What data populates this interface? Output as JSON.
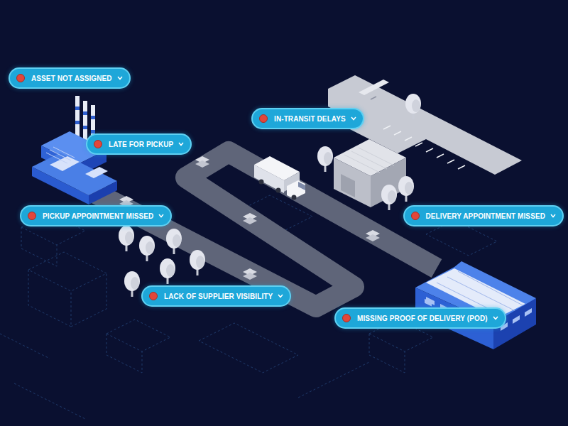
{
  "diagram": {
    "nodes": [
      {
        "text": [
          "ASSET NOT ASSIGNED"
        ]
      },
      {
        "text": [
          "IN-TRANSIT DELAYS"
        ]
      },
      {
        "text": [
          "LATE FOR PICKUP"
        ]
      },
      {
        "text": [
          "PICKUP APPOINTMENT MISSED"
        ]
      },
      {
        "text": [
          "DELIVERY APPOINTMENT MISSED"
        ]
      },
      {
        "text": [
          "LACK OF SUPPLIER VISIBILITY"
        ]
      },
      {
        "text": [
          "MISSING PROOF OF DELIVERY (POD)"
        ]
      }
    ]
  }
}
